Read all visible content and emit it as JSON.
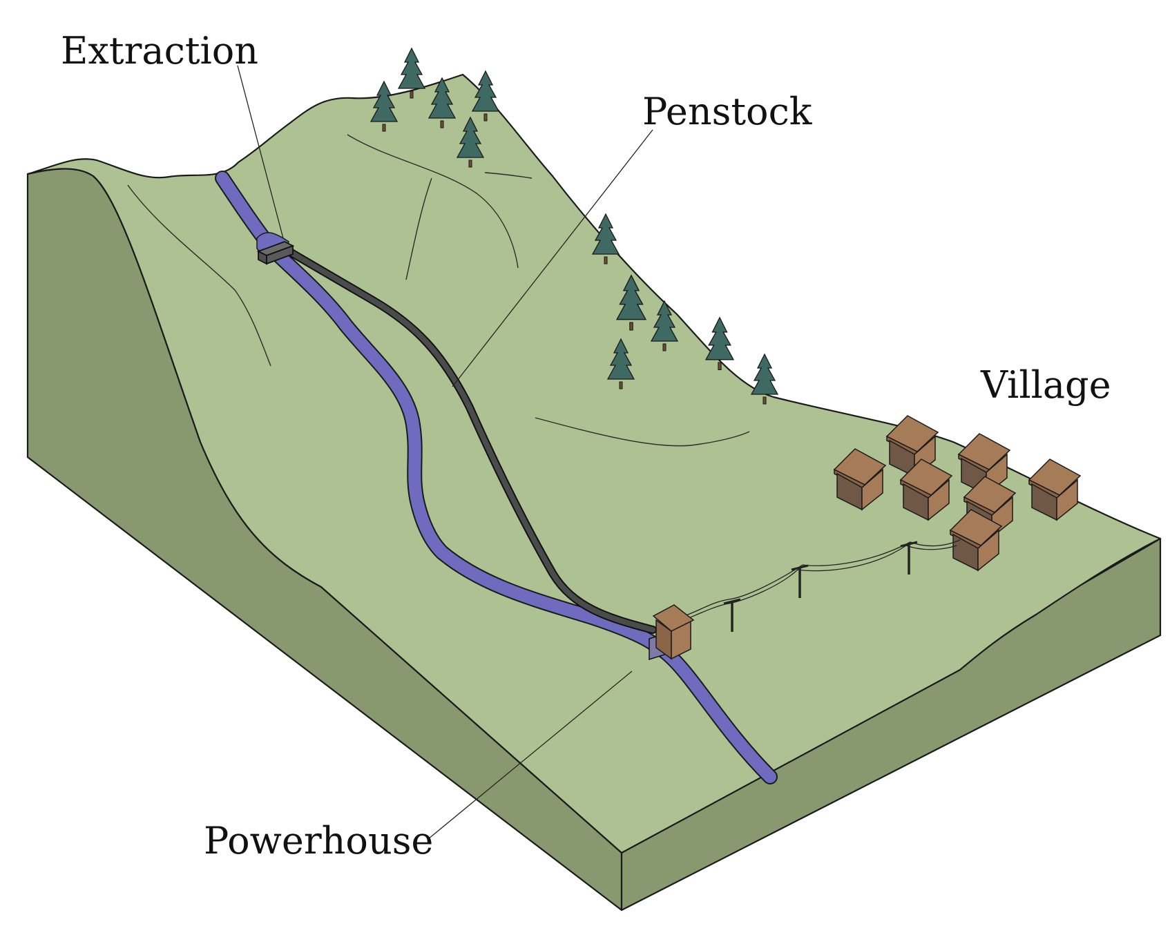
{
  "labels": {
    "extraction": "Extraction",
    "penstock": "Penstock",
    "village": "Village",
    "powerhouse": "Powerhouse"
  },
  "colors": {
    "terrain_top": "#adc192",
    "terrain_side": "#88996f",
    "river": "#6f6cc0",
    "penstock": "#4b4b4b",
    "tree": "#3f6a64",
    "house_light": "#a67b57",
    "house_dark": "#6f5846",
    "pole": "#222222"
  },
  "icons": {
    "tree": "pine-tree-icon",
    "house": "house-icon",
    "pole": "utility-pole-icon"
  }
}
